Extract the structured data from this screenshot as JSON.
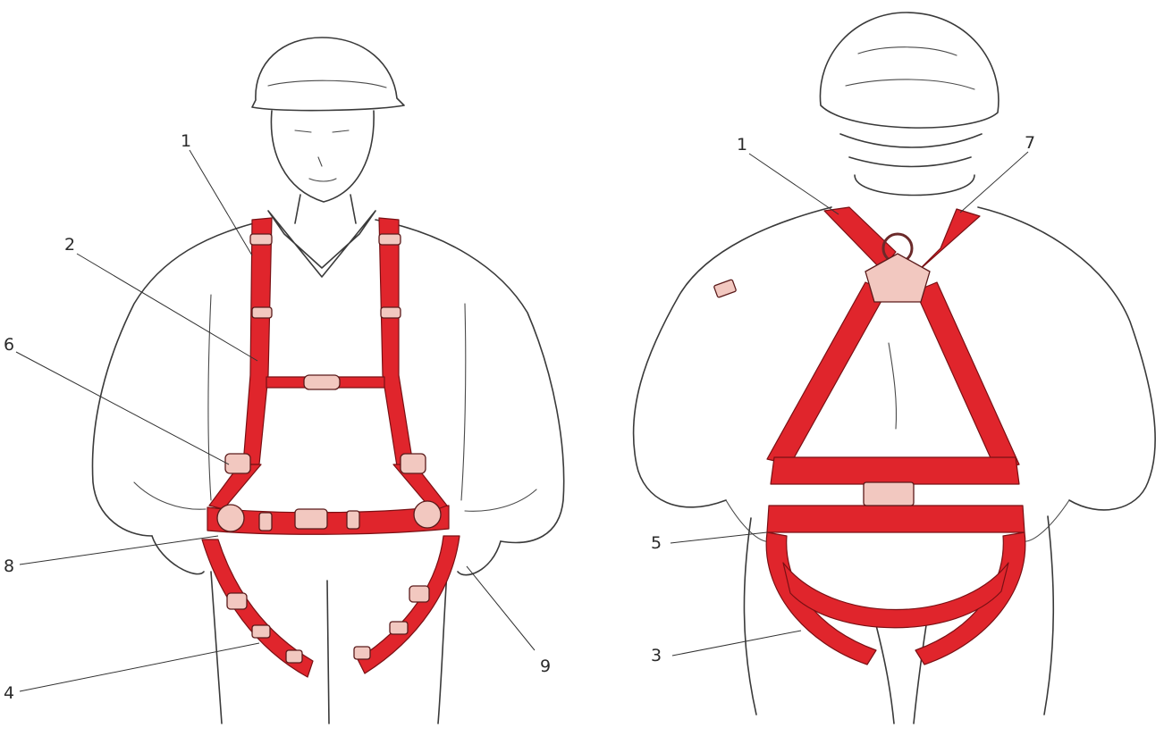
{
  "figure": {
    "front_view": {
      "callouts": [
        {
          "id": "front-1",
          "label": "1"
        },
        {
          "id": "front-2",
          "label": "2"
        },
        {
          "id": "front-6",
          "label": "6"
        },
        {
          "id": "front-8",
          "label": "8"
        },
        {
          "id": "front-4",
          "label": "4"
        },
        {
          "id": "front-9",
          "label": "9"
        }
      ]
    },
    "back_view": {
      "callouts": [
        {
          "id": "back-1",
          "label": "1"
        },
        {
          "id": "back-7",
          "label": "7"
        },
        {
          "id": "back-5",
          "label": "5"
        },
        {
          "id": "back-3",
          "label": "3"
        }
      ]
    },
    "colors": {
      "strap": "#e0252c",
      "outline": "#3a3a3a",
      "background": "#ffffff"
    }
  }
}
